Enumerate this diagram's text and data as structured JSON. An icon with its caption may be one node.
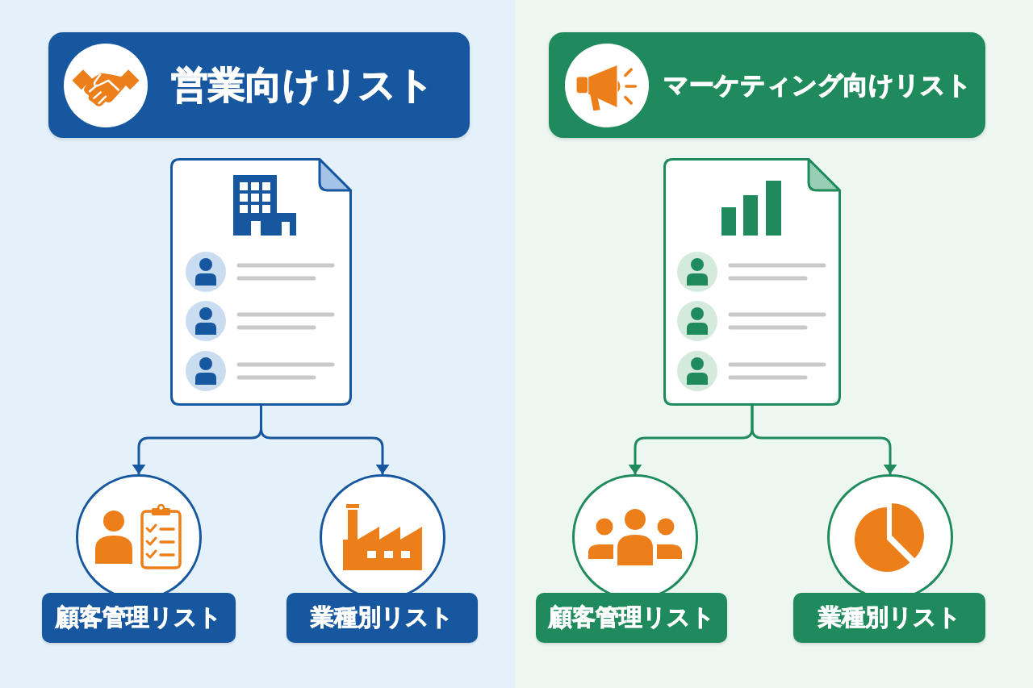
{
  "diagram": {
    "nodes": [
      {
        "text": [
          "営業向けリスト"
        ]
      },
      {
        "text": [],
        "shape": "document"
      },
      {
        "text": [],
        "shape": "circle"
      },
      {
        "text": [
          "顧客管理リスト"
        ]
      },
      {
        "text": [],
        "shape": "circle"
      },
      {
        "text": [
          "業種別リスト"
        ]
      },
      {
        "text": [
          "マーケティング向けリスト"
        ]
      },
      {
        "text": [],
        "shape": "document"
      },
      {
        "text": [],
        "shape": "circle"
      },
      {
        "text": [
          "顧客管理リスト"
        ]
      },
      {
        "text": [],
        "shape": "circle"
      },
      {
        "text": [
          "業種別リスト"
        ]
      }
    ],
    "edges": [
      {
        "from": 1,
        "to": 2,
        "arrow": "to"
      },
      {
        "from": 1,
        "to": 4,
        "arrow": "to"
      },
      {
        "from": 7,
        "to": 8,
        "arrow": "to",
        "color": "#1f8a5b"
      },
      {
        "from": 7,
        "to": 10,
        "arrow": "to",
        "color": "#1f8a5b"
      }
    ]
  }
}
